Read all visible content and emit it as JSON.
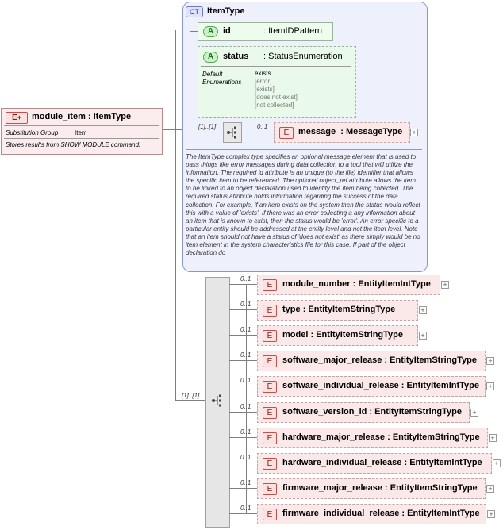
{
  "root": {
    "badge": "E",
    "title": "module_item : ItemType",
    "substitution_label": "Substitution Group",
    "substitution_value": "Item",
    "doc": "Stores results from SHOW MODULE command."
  },
  "complex_type": {
    "badge": "CT",
    "name": "ItemType",
    "id_attr": {
      "badge": "A",
      "name": "id",
      "type": ": ItemIDPattern"
    },
    "status_attr": {
      "badge": "A",
      "name": "status",
      "type": ": StatusEnumeration",
      "default_label": "Default",
      "enum_label": "Enumerations",
      "default_value": "exists",
      "enumerations": [
        "[error]",
        "[exists]",
        "[does not exist]",
        "[not collected]"
      ]
    },
    "sequence_card": "[1]..[1]",
    "message": {
      "badge": "E",
      "card": "0..1",
      "name": "message",
      "type": ": MessageType"
    },
    "description": "The ItemType complex type specifies an optional message element that is used to pass things like error messages during data collection to a tool that will utilize the information. The required id attribute is an unique (to the file) identifier that allows the specific item to be referenced. The optional object_ref attribute allows the item to be linked to an object declaration used to identify the item being collected. The required status attribute holds information regarding the success of the data collection. For example, if an item exists on the system then the status would reflect this with a value of 'exists'. If there was an error collecting a any information about an item that is known to exist, then the status would be 'error'. An error specific to a particular entity should be addressed at the entity level and not the item level. Note that an item should not have a status of 'does not exist' as there simply would be no item element in the system characteristics file for this case. If part of the object declaration do"
  },
  "main_sequence_card": "[1]..[1]",
  "children": [
    {
      "card": "0..1",
      "name": "module_number",
      "type": ": EntityItemIntType"
    },
    {
      "card": "0..1",
      "name": "type",
      "type": ": EntityItemStringType"
    },
    {
      "card": "0..1",
      "name": "model",
      "type": ": EntityItemStringType"
    },
    {
      "card": "0..1",
      "name": "software_major_release",
      "type": ": EntityItemStringType"
    },
    {
      "card": "0..1",
      "name": "software_individual_release",
      "type": ": EntityItemIntType"
    },
    {
      "card": "0..1",
      "name": "software_version_id",
      "type": ": EntityItemStringType"
    },
    {
      "card": "0..1",
      "name": "hardware_major_release",
      "type": ": EntityItemStringType"
    },
    {
      "card": "0..1",
      "name": "hardware_individual_release",
      "type": ": EntityItemIntType"
    },
    {
      "card": "0..1",
      "name": "firmware_major_release",
      "type": ": EntityItemStringType"
    },
    {
      "card": "0..1",
      "name": "firmware_individual_release",
      "type": ": EntityItemIntType"
    }
  ],
  "colors": {
    "element_fill": "#fbe9e9",
    "attribute_fill": "#edfced",
    "complex_type_fill": "#eef0fc"
  }
}
